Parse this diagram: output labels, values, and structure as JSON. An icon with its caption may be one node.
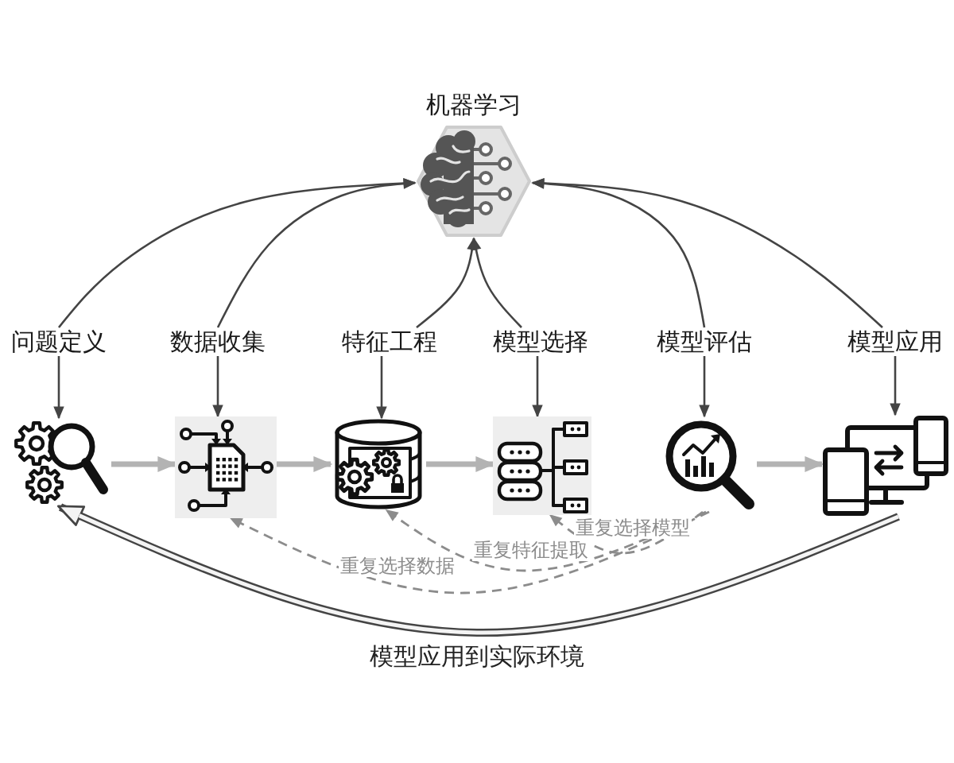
{
  "diagram": {
    "nodes": [
      {
        "text": [
          "机器学习"
        ]
      },
      {
        "text": [
          "问题定义"
        ]
      },
      {
        "text": [
          "数据收集"
        ]
      },
      {
        "text": [
          "特征工程"
        ]
      },
      {
        "text": [
          "模型选择"
        ]
      },
      {
        "text": [
          "模型评估"
        ]
      },
      {
        "text": [
          "模型应用"
        ]
      },
      {
        "text": [],
        "shape": "picture"
      },
      {
        "text": [],
        "shape": "picture"
      },
      {
        "text": [],
        "shape": "picture"
      },
      {
        "text": [],
        "shape": "picture"
      },
      {
        "text": [],
        "shape": "picture"
      },
      {
        "text": [],
        "shape": "picture"
      }
    ],
    "edges": [
      {
        "from": 1,
        "to": 0,
        "arrow": "to"
      },
      {
        "from": 2,
        "to": 0,
        "arrow": "to"
      },
      {
        "from": 3,
        "to": 0,
        "arrow": "to"
      },
      {
        "from": 4,
        "to": 0,
        "arrow": "to"
      },
      {
        "from": 5,
        "to": 0,
        "arrow": "to"
      },
      {
        "from": 6,
        "to": 0,
        "arrow": "to"
      },
      {
        "from": 1,
        "to": 7,
        "arrow": "to"
      },
      {
        "from": 2,
        "to": 8,
        "arrow": "to"
      },
      {
        "from": 3,
        "to": 9,
        "arrow": "to"
      },
      {
        "from": 4,
        "to": 10,
        "arrow": "to"
      },
      {
        "from": 5,
        "to": 11,
        "arrow": "to"
      },
      {
        "from": 6,
        "to": 12,
        "arrow": "to"
      },
      {
        "from": 7,
        "to": 8,
        "arrow": "to",
        "style": "thick",
        "color": "#b3b3b3"
      },
      {
        "from": 8,
        "to": 9,
        "arrow": "to",
        "style": "thick",
        "color": "#b3b3b3"
      },
      {
        "from": 9,
        "to": 10,
        "arrow": "to",
        "style": "thick",
        "color": "#b3b3b3"
      },
      {
        "from": 11,
        "to": 12,
        "arrow": "to",
        "style": "thick",
        "color": "#b3b3b3"
      },
      {
        "from": 11,
        "to": 10,
        "arrow": "to",
        "label": "重复选择模型",
        "style": "dashed",
        "color": "#8c8c8c"
      },
      {
        "from": 11,
        "to": 9,
        "arrow": "to",
        "label": "重复特征提取",
        "style": "dashed",
        "color": "#8c8c8c"
      },
      {
        "from": 11,
        "to": 8,
        "arrow": "to",
        "label": "重复选择数据",
        "style": "dashed",
        "color": "#8c8c8c"
      },
      {
        "from": 12,
        "to": 7,
        "arrow": "to",
        "label": "模型应用到实际环境",
        "style": "thick"
      }
    ]
  }
}
